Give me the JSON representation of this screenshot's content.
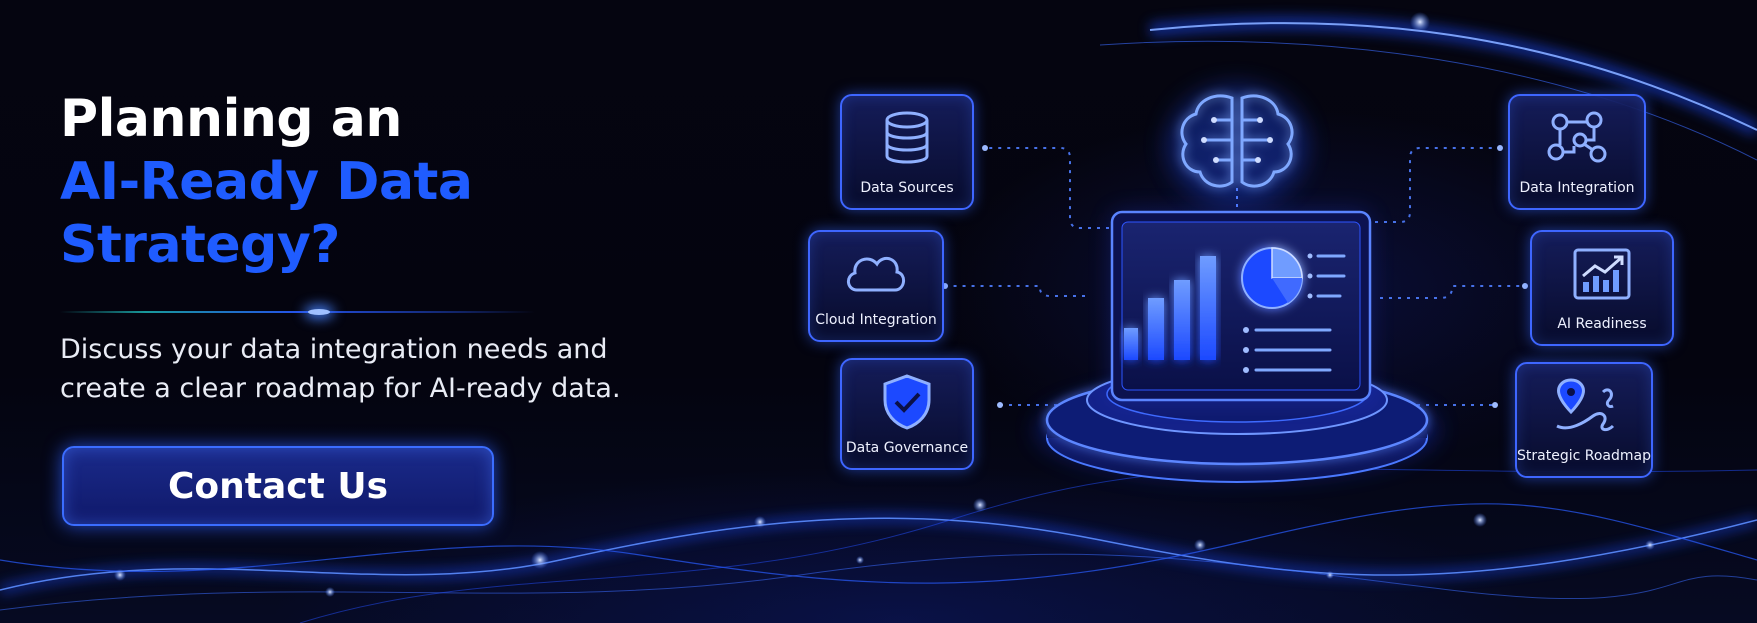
{
  "hero": {
    "title_line1": "Planning an",
    "title_line2": "AI-Ready Data",
    "title_line3": "Strategy?",
    "subtitle": "Discuss your data integration needs and create a clear roadmap for AI-ready data.",
    "cta_label": "Contact Us"
  },
  "features": {
    "left": [
      {
        "label": "Data Sources",
        "icon": "database-icon"
      },
      {
        "label": "Cloud Integration",
        "icon": "cloud-icon"
      },
      {
        "label": "Data Governance",
        "icon": "shield-check-icon"
      }
    ],
    "right": [
      {
        "label": "Data Integration",
        "icon": "network-nodes-icon"
      },
      {
        "label": "AI Readiness",
        "icon": "trend-chart-icon"
      },
      {
        "label": "Strategic Roadmap",
        "icon": "map-route-icon"
      }
    ],
    "center_icons": [
      "brain-circuit-icon",
      "dashboard-monitor-icon",
      "pedestal-platform"
    ]
  },
  "colors": {
    "background": "#04040f",
    "accent_blue": "#1f5cff",
    "glow_blue": "#3e66ff",
    "text": "#ffffff"
  }
}
